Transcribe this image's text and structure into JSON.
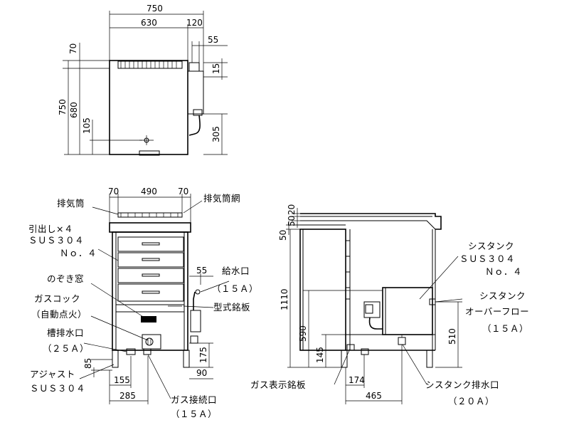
{
  "top_view": {
    "dims": {
      "w750": "750",
      "w630": "630",
      "w120": "120",
      "w55": "55",
      "h70": "70",
      "h15": "15",
      "h750": "750",
      "h680": "680",
      "h105": "105",
      "h305": "305"
    }
  },
  "front_view": {
    "dims": {
      "w70a": "70",
      "w490": "490",
      "w70b": "70",
      "w55": "55",
      "h175": "175",
      "w90": "90",
      "h85": "85",
      "w155": "155",
      "w285": "285"
    },
    "labels": {
      "exhaust_tube": "排気筒",
      "exhaust_mesh": "排気筒網",
      "drawer_l1": "引出し×４",
      "drawer_l2": "ＳＵＳ３０４",
      "drawer_l3": "Ｎｏ．４",
      "peep_window": "のぞき窓",
      "water_inlet_l1": "給水口",
      "water_inlet_l2": "（１５Ａ）",
      "gas_cock_l1": "ガスコック",
      "gas_cock_l2": "（自動点火）",
      "model_plate": "型式銘板",
      "tank_drain_l1": "槽排水口",
      "tank_drain_l2": "（２５Ａ）",
      "adjuster_l1": "アジャスト",
      "adjuster_l2": "ＳＵＳ３０４",
      "gas_conn_l1": "ガス接続口",
      "gas_conn_l2": "（１５Ａ）"
    }
  },
  "side_view": {
    "dims": {
      "h20": "20",
      "h50a": "50",
      "h50b": "50",
      "h1110": "1110",
      "h590": "590",
      "h145": "145",
      "w174": "174",
      "w465": "465",
      "h510": "510"
    },
    "labels": {
      "cistank_l1": "シスタンク",
      "cistank_l2": "ＳＵＳ３０４",
      "cistank_l3": "Ｎｏ．４",
      "overflow_l1": "シスタンク",
      "overflow_l2": "オーバーフロー",
      "overflow_l3": "（１５Ａ）",
      "gas_plate": "ガス表示銘板",
      "cistank_drain_l1": "シスタンク排水口",
      "cistank_drain_l2": "（２０Ａ）"
    }
  }
}
